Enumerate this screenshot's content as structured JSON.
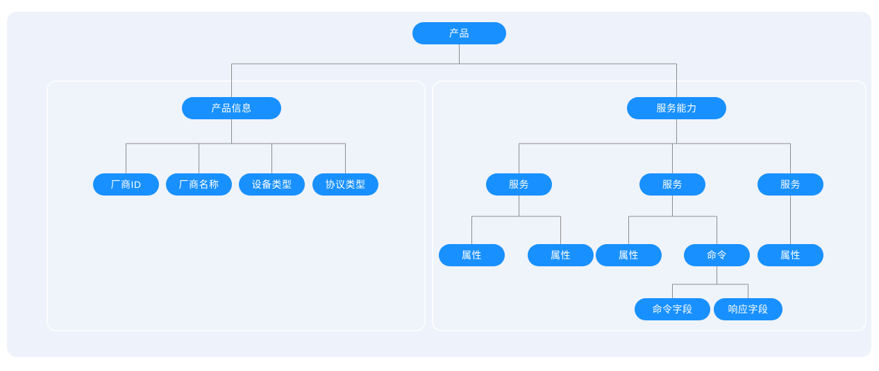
{
  "diagram": {
    "type": "tree",
    "title": "",
    "background_color": "#eef2fa",
    "node_color": "#1890ff",
    "node_text_color": "#ffffff",
    "connector_color": "#8c8c8c",
    "panel_border_color": "#fbfcfe",
    "nodes": {
      "root": "产品",
      "group_left": "产品信息",
      "group_right": "服务能力",
      "vendor_id": "厂商ID",
      "vendor_name": "厂商名称",
      "device_type": "设备类型",
      "protocol_type": "协议类型",
      "service_1": "服务",
      "service_2": "服务",
      "service_3": "服务",
      "property_1": "属性",
      "property_2": "属性",
      "property_3": "属性",
      "command": "命令",
      "property_4": "属性",
      "command_field": "命令字段",
      "response_field": "响应字段"
    }
  }
}
